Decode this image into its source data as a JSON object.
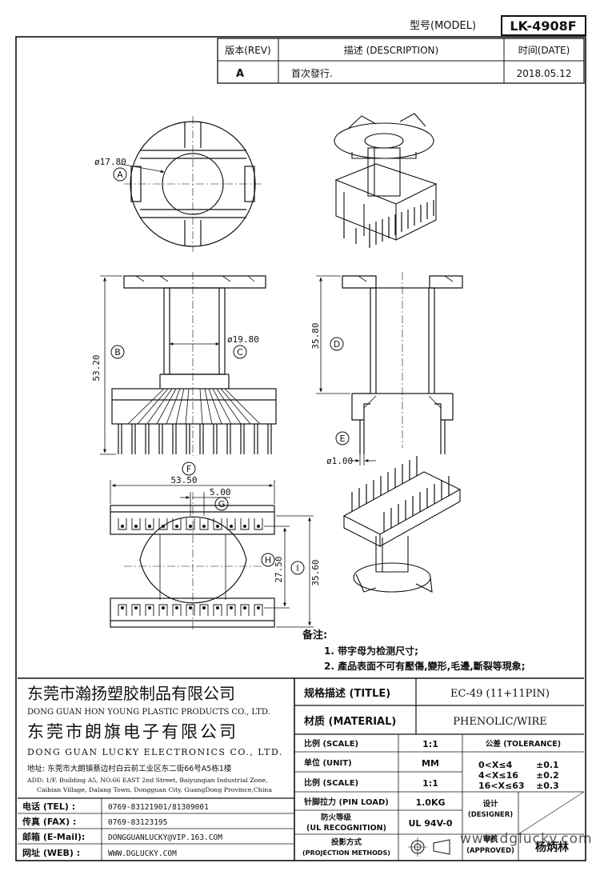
{
  "header": {
    "model_label": "型号(MODEL)",
    "model_value": "LK-4908F",
    "rev_header": "版本(REV)",
    "desc_header": "描述 (DESCRIPTION)",
    "date_header": "时间(DATE)",
    "rev_value": "A",
    "desc_value": "首次發行.",
    "date_value": "2018.05.12"
  },
  "dims": {
    "d1": "ø17.80",
    "d2": "53.20",
    "d3": "ø19.80",
    "d4": "35.80",
    "d5": "ø1.00",
    "d6": "53.50",
    "d7": "5.00",
    "d8": "27.50",
    "d9": "35.60"
  },
  "markers": [
    "A",
    "B",
    "C",
    "D",
    "E",
    "F",
    "G",
    "H",
    "I"
  ],
  "notes": {
    "title": "备注:",
    "n1": "1. 带字母为检测尺寸;",
    "n2": "2. 產品表面不可有壓傷,變形,毛邊,斷裂等現象;"
  },
  "company": {
    "name1_cn": "东莞市瀚扬塑胶制品有限公司",
    "name1_en": "DONG GUAN HON YOUNG PLASTIC PRODUCTS CO., LTD.",
    "name2_cn": "东莞市朗旗电子有限公司",
    "name2_en": "DONG GUAN LUCKY ELECTRONICS CO., LTD.",
    "address_cn": "地址: 东莞市大朗镇蔡边村白云前工业区东二街66号A5栋1楼",
    "address_en1": "ADD: 1/F, Building A5, NO.66 EAST 2nd Street, Baiyunqian Industrial Zone,",
    "address_en2": "Caibian Village, Dalang Town, Dongguan City, GuangDong Province,China"
  },
  "contacts": [
    {
      "label": "电话 (TEL) :",
      "value": "0769-83121901/81309001"
    },
    {
      "label": "传真 (FAX) :",
      "value": "0769-83123195"
    },
    {
      "label": "邮箱 (E-Mail):",
      "value": "DONGGUANLUCKY@VIP.163.COM"
    },
    {
      "label": "网址 (WEB) :",
      "value": "WWW.DGLUCKY.COM"
    }
  ],
  "spec": {
    "title_label": "规格描述 (TITLE)",
    "title_value": "EC-49 (11+11PIN)",
    "material_label": "材质 (MATERIAL)",
    "material_value": "PHENOLIC/WIRE",
    "scale_label": "比例 (SCALE)",
    "scale_value": "1:1",
    "unit_label": "单位 (UNIT)",
    "unit_value": "MM",
    "scale2_label": "比例 (SCALE)",
    "scale2_value": "1:1",
    "pinload_label": "针脚拉力 (PIN LOAD)",
    "pinload_value": "1.0KG",
    "ul_label1": "防火等级",
    "ul_label2": "(UL RECOGNITION)",
    "ul_value": "UL 94V-0",
    "proj_label1": "投影方式",
    "proj_label2": "(PROJECTION METHODS)",
    "tolerance_label": "公差 (TOLERANCE)",
    "tol1_range": "0<X≤4",
    "tol1_val": "±0.1",
    "tol2_range": "4<X≤16",
    "tol2_val": "±0.2",
    "tol3_range": "16<X≤63",
    "tol3_val": "±0.3",
    "designer_label1": "设计",
    "designer_label2": "(DESIGNER)",
    "approved_label1": "审核",
    "approved_label2": "(APPROVED)",
    "approver": "杨炳林"
  },
  "watermark": "www.dglucky.com"
}
